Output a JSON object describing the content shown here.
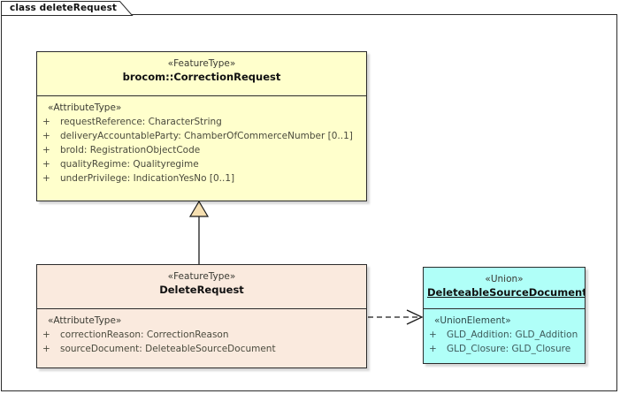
{
  "diagram": {
    "title": "class deleteRequest",
    "background_color": "#ffffff",
    "border_color": "#2b2b2b"
  },
  "classes": [
    {
      "id": "correction-request",
      "stereotype": "«FeatureType»",
      "name": "brocom::CorrectionRequest",
      "name_underlined": false,
      "fill_color": "#ffffcc",
      "compartment_stereotype": "«AttributeType»",
      "attributes": [
        {
          "visibility": "+",
          "text": "requestReference: CharacterString"
        },
        {
          "visibility": "+",
          "text": "deliveryAccountableParty: ChamberOfCommerceNumber [0..1]"
        },
        {
          "visibility": "+",
          "text": "broId: RegistrationObjectCode"
        },
        {
          "visibility": "+",
          "text": "qualityRegime: Qualityregime"
        },
        {
          "visibility": "+",
          "text": "underPrivilege: IndicationYesNo [0..1]"
        }
      ]
    },
    {
      "id": "delete-request",
      "stereotype": "«FeatureType»",
      "name": "DeleteRequest",
      "name_underlined": false,
      "fill_color": "#faeade",
      "compartment_stereotype": "«AttributeType»",
      "attributes": [
        {
          "visibility": "+",
          "text": "correctionReason: CorrectionReason"
        },
        {
          "visibility": "+",
          "text": "sourceDocument: DeleteableSourceDocument"
        }
      ]
    },
    {
      "id": "deleteable-source-document",
      "stereotype": "«Union»",
      "name": "DeleteableSourceDocument",
      "name_underlined": true,
      "fill_color": "#b0fff8",
      "compartment_stereotype": "«UnionElement»",
      "attributes": [
        {
          "visibility": "+",
          "text": "GLD_Addition: GLD_Addition"
        },
        {
          "visibility": "+",
          "text": "GLD_Closure: GLD_Closure"
        }
      ]
    }
  ],
  "connectors": [
    {
      "id": "generalization",
      "type": "generalization",
      "from": "delete-request",
      "to": "correction-request",
      "line_style": "solid",
      "arrowhead": "hollow-triangle",
      "arrow_fill": "#f5dfb0",
      "line_color": "#1a1a1a"
    },
    {
      "id": "dependency",
      "type": "dependency",
      "from": "delete-request",
      "to": "deleteable-source-document",
      "line_style": "dashed",
      "arrowhead": "open",
      "line_color": "#1a1a1a"
    }
  ]
}
